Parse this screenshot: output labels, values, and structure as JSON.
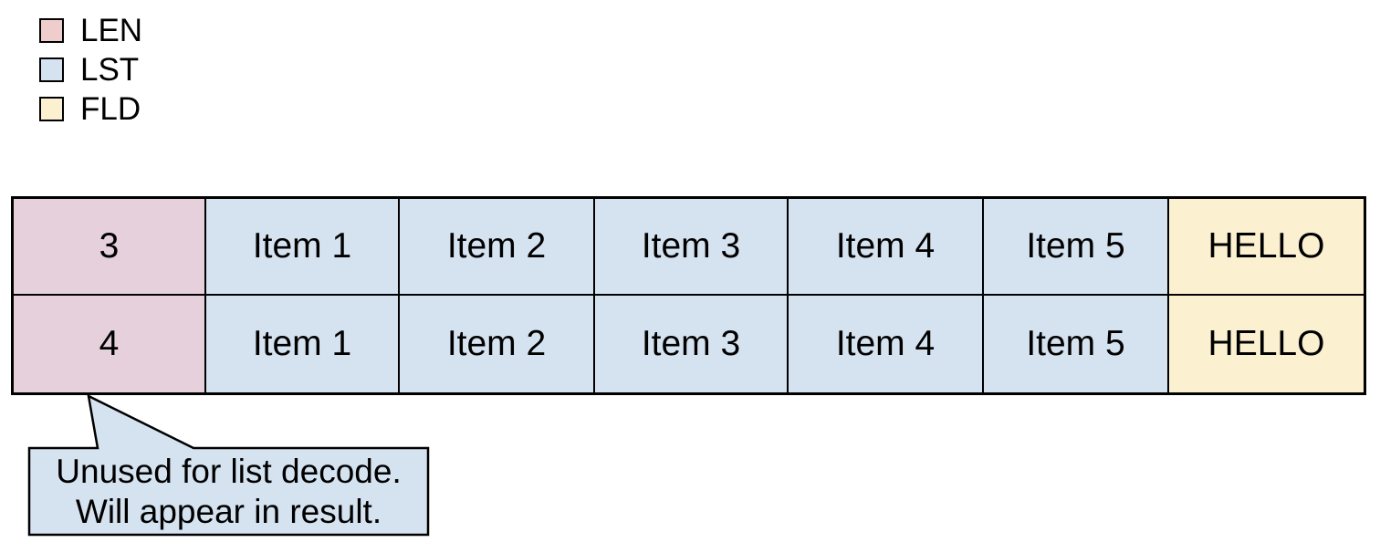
{
  "legend": {
    "items": [
      {
        "id": "len",
        "label": "LEN",
        "color": "#efcdcc"
      },
      {
        "id": "lst",
        "label": "LST",
        "color": "#d5e2f0"
      },
      {
        "id": "fld",
        "label": "FLD",
        "color": "#fbf1d1"
      }
    ]
  },
  "colors": {
    "len_cell": "#e5d0db",
    "lst_cell": "#d5e2f0",
    "fld_cell": "#fbf1d1",
    "callout_fill": "#d5e2f0",
    "border": "#000000",
    "background": "#ffffff"
  },
  "table": {
    "rows": [
      {
        "cells": [
          "3",
          "Item 1",
          "Item 2",
          "Item 3",
          "Item 4",
          "Item 5",
          "HELLO"
        ]
      },
      {
        "cells": [
          "4",
          "Item 1",
          "Item 2",
          "Item 3",
          "Item 4",
          "Item 5",
          "HELLO"
        ]
      }
    ]
  },
  "callout": {
    "line1": "Unused for list decode.",
    "line2": "Will appear in result."
  }
}
